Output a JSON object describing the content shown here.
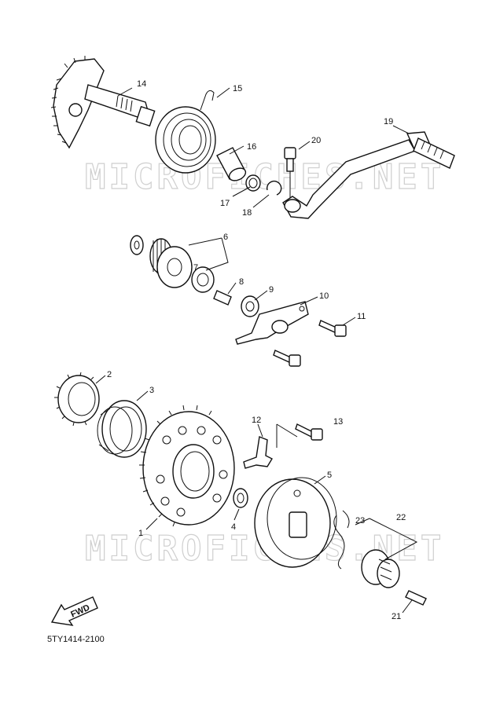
{
  "watermarks": [
    "MICROFICHES.NET",
    "MICROFICHES.NET"
  ],
  "fwd_label": "FWD",
  "diagram_code": "5TY1414-2100",
  "callouts": [
    "1",
    "2",
    "3",
    "4",
    "5",
    "6",
    "7",
    "8",
    "9",
    "10",
    "11",
    "12",
    "13",
    "14",
    "15",
    "16",
    "17",
    "18",
    "19",
    "20",
    "21",
    "22",
    "23"
  ]
}
